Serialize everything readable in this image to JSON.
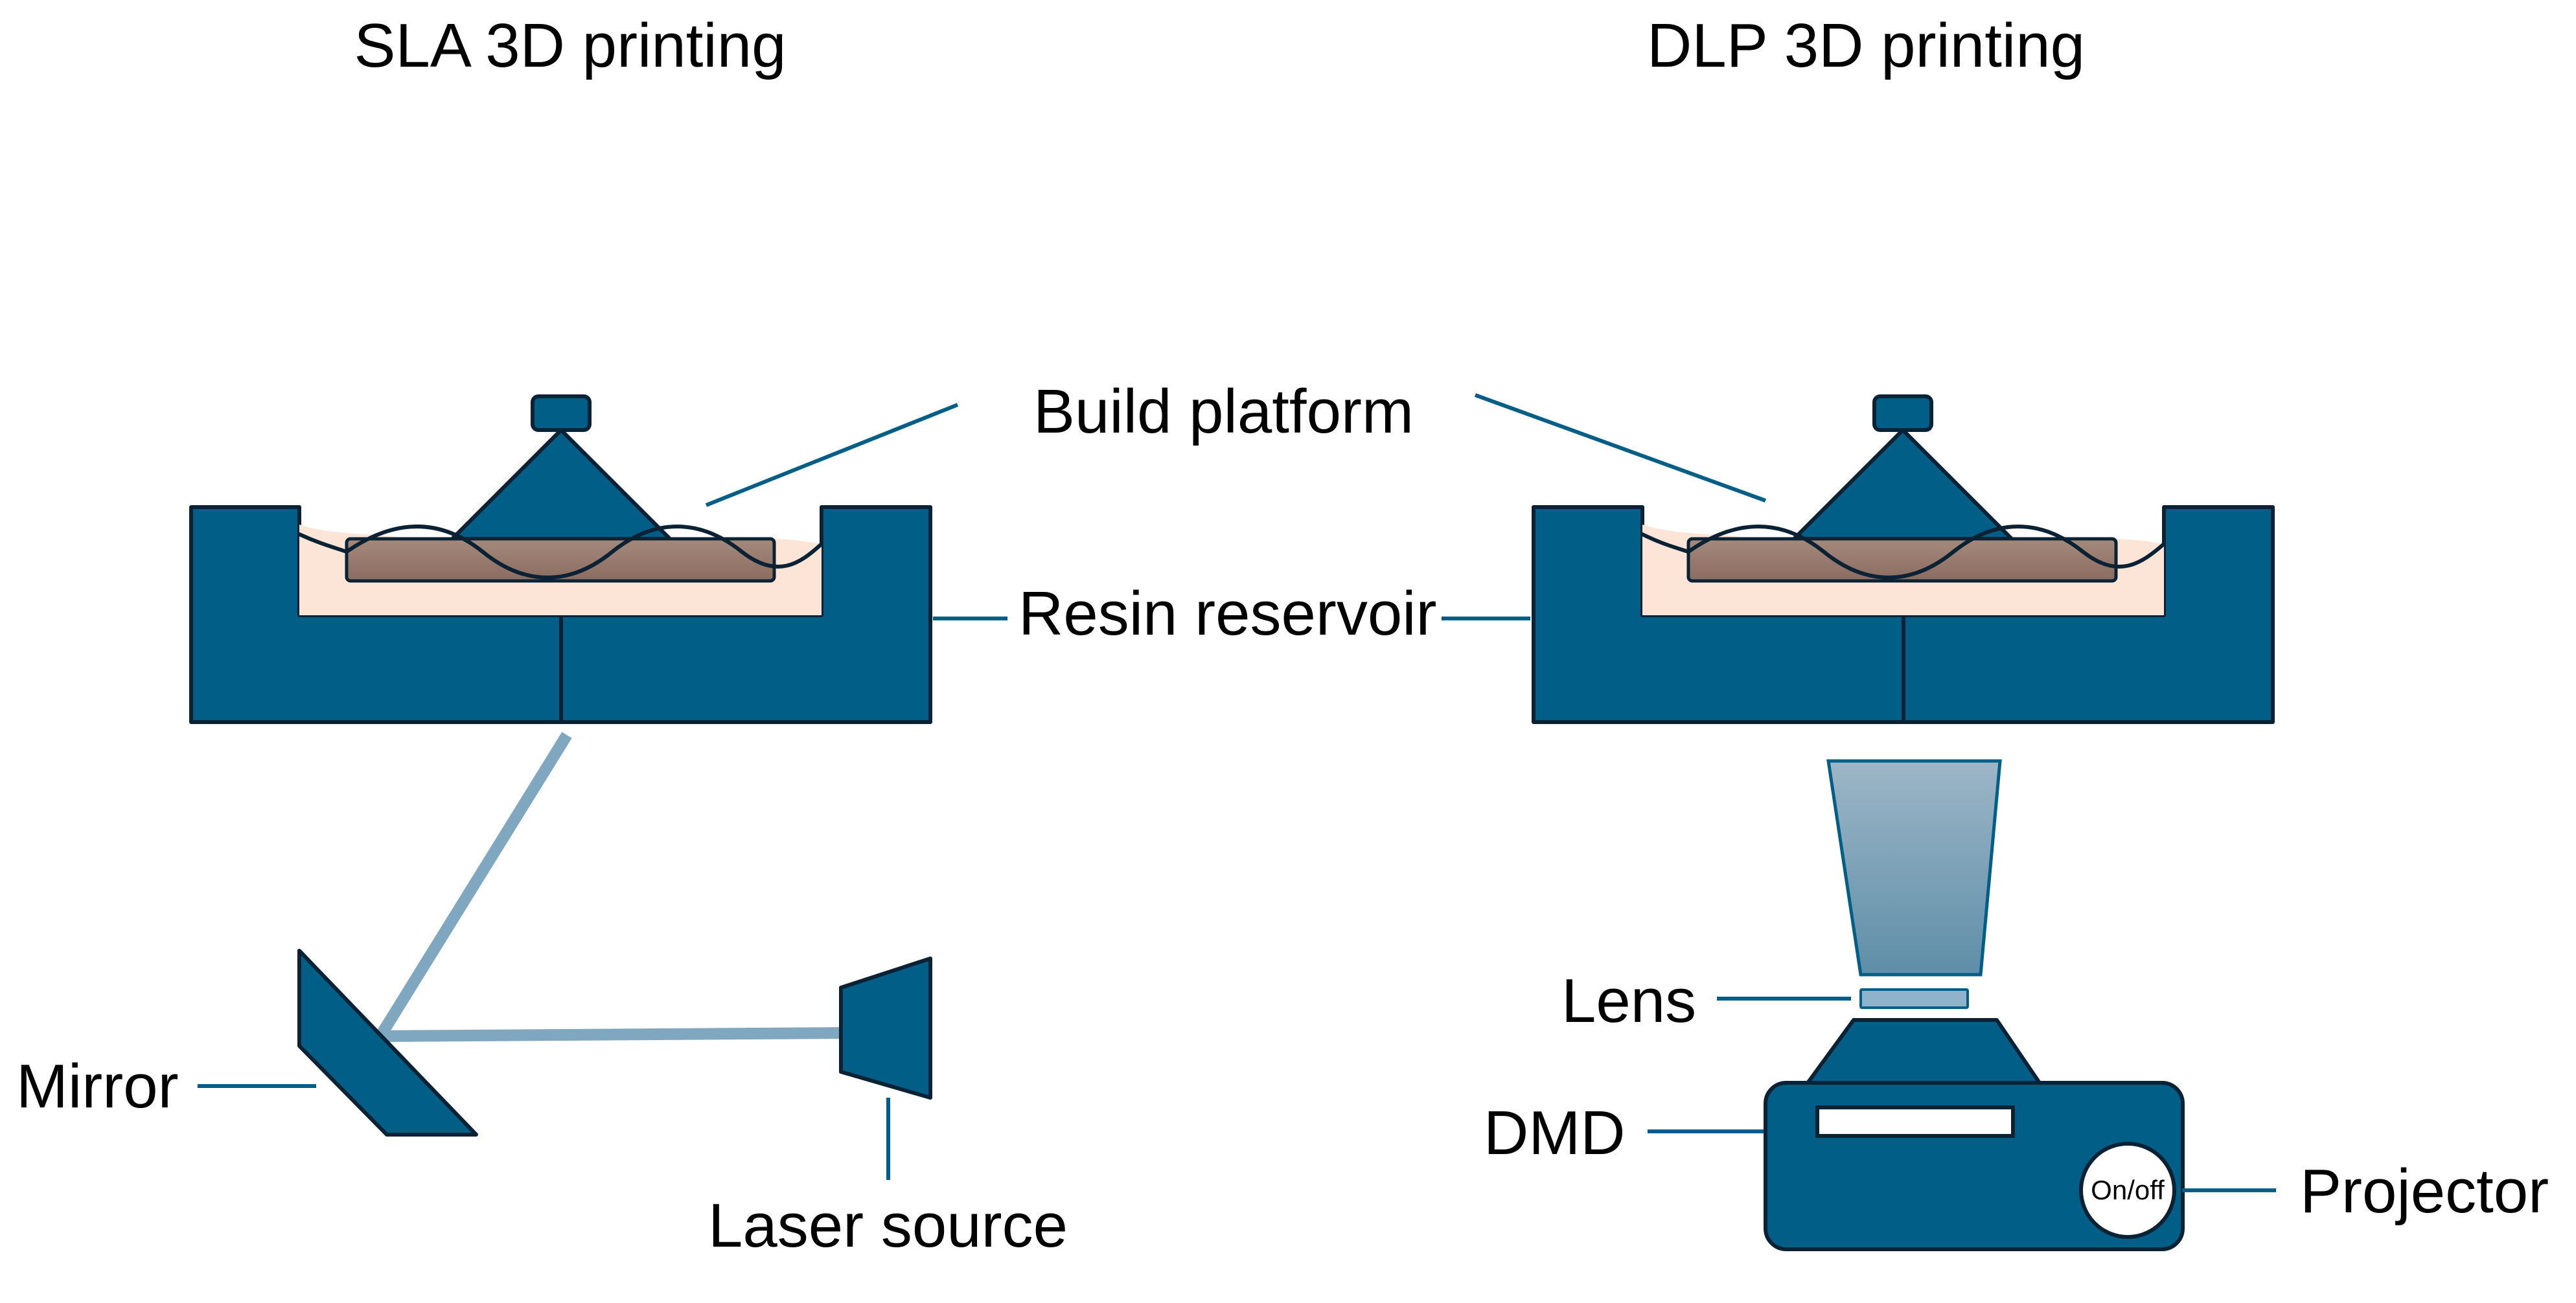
{
  "colors": {
    "body": "#005E87",
    "outline": "#0a2233",
    "leader": "#005E87",
    "resin": "#FCE4D6",
    "beam": "#7FA7BF",
    "lens": "#8FB3CA",
    "cone_top": "#9DB6C7",
    "cone_bottom": "#5E8EA8",
    "part_top": "#A58A7C",
    "part_bottom": "#8B6C60",
    "dmd_window": "#ffffff",
    "switch": "#ffffff"
  },
  "titles": {
    "sla": "SLA  3D printing",
    "dlp": "DLP 3D printing"
  },
  "labels": {
    "build_platform": "Build platform",
    "resin_reservoir": "Resin reservoir",
    "mirror": "Mirror",
    "laser_source": "Laser source",
    "lens": "Lens",
    "dmd": "DMD",
    "projector": "Projector",
    "on_off": "On/off"
  },
  "icons": {
    "platform": "build-platform-icon",
    "reservoir": "resin-reservoir-icon",
    "mirror": "mirror-icon",
    "laser": "laser-source-icon",
    "projector": "projector-icon",
    "lens": "lens-icon"
  }
}
